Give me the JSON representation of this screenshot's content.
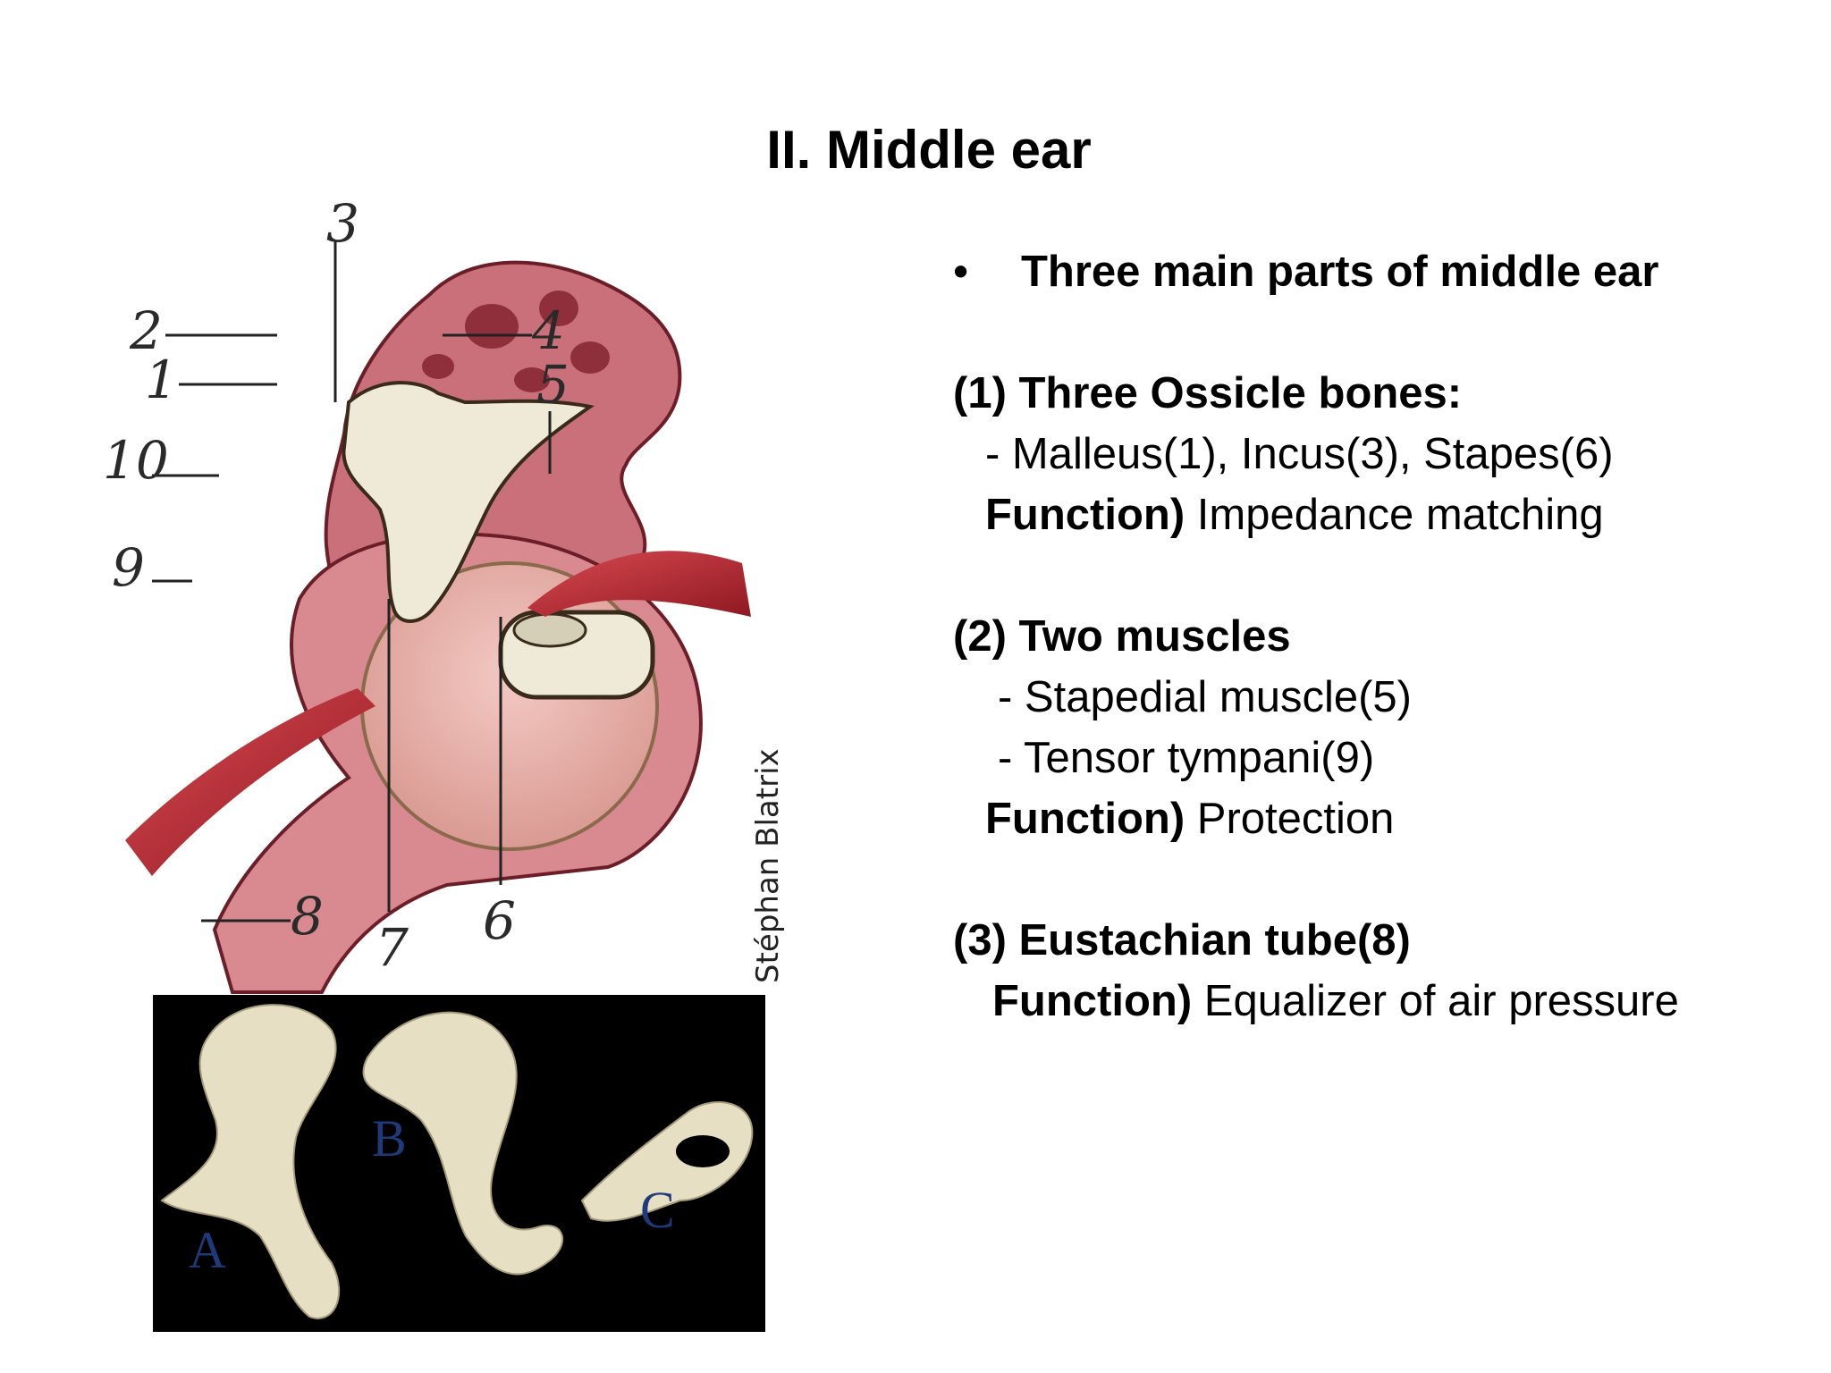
{
  "title": "II. Middle ear",
  "content": {
    "bullet": "Three main parts of middle ear",
    "section1": {
      "heading": "(1) Three Ossicle bones:",
      "item": "- Malleus(1), Incus(3), Stapes(6)",
      "function_label": "Function)",
      "function_text": " Impedance matching"
    },
    "section2": {
      "heading": "(2) Two muscles",
      "items": [
        "- Stapedial muscle(5)",
        "- Tensor tympani(9)"
      ],
      "function_label": "Function)",
      "function_text": " Protection"
    },
    "section3": {
      "heading": "(3) Eustachian tube(8)",
      "function_label": "Function)",
      "function_text": " Equalizer of air pressure"
    }
  },
  "diagram": {
    "numbers": [
      "1",
      "2",
      "3",
      "4",
      "5",
      "6",
      "7",
      "8",
      "9",
      "10"
    ],
    "credit": "Stéphan Blatrix",
    "colors": {
      "tissue": "#c9707a",
      "tissue_dark": "#8f2f3c",
      "bone": "#efe9d8",
      "drum": "#e8b7b0",
      "muscle": "#b3202c"
    }
  },
  "photo": {
    "letters": [
      "A",
      "B",
      "C"
    ],
    "colors": {
      "background": "#000000",
      "bone": "#e6dfc3",
      "letter": "#1e3a7a"
    }
  }
}
